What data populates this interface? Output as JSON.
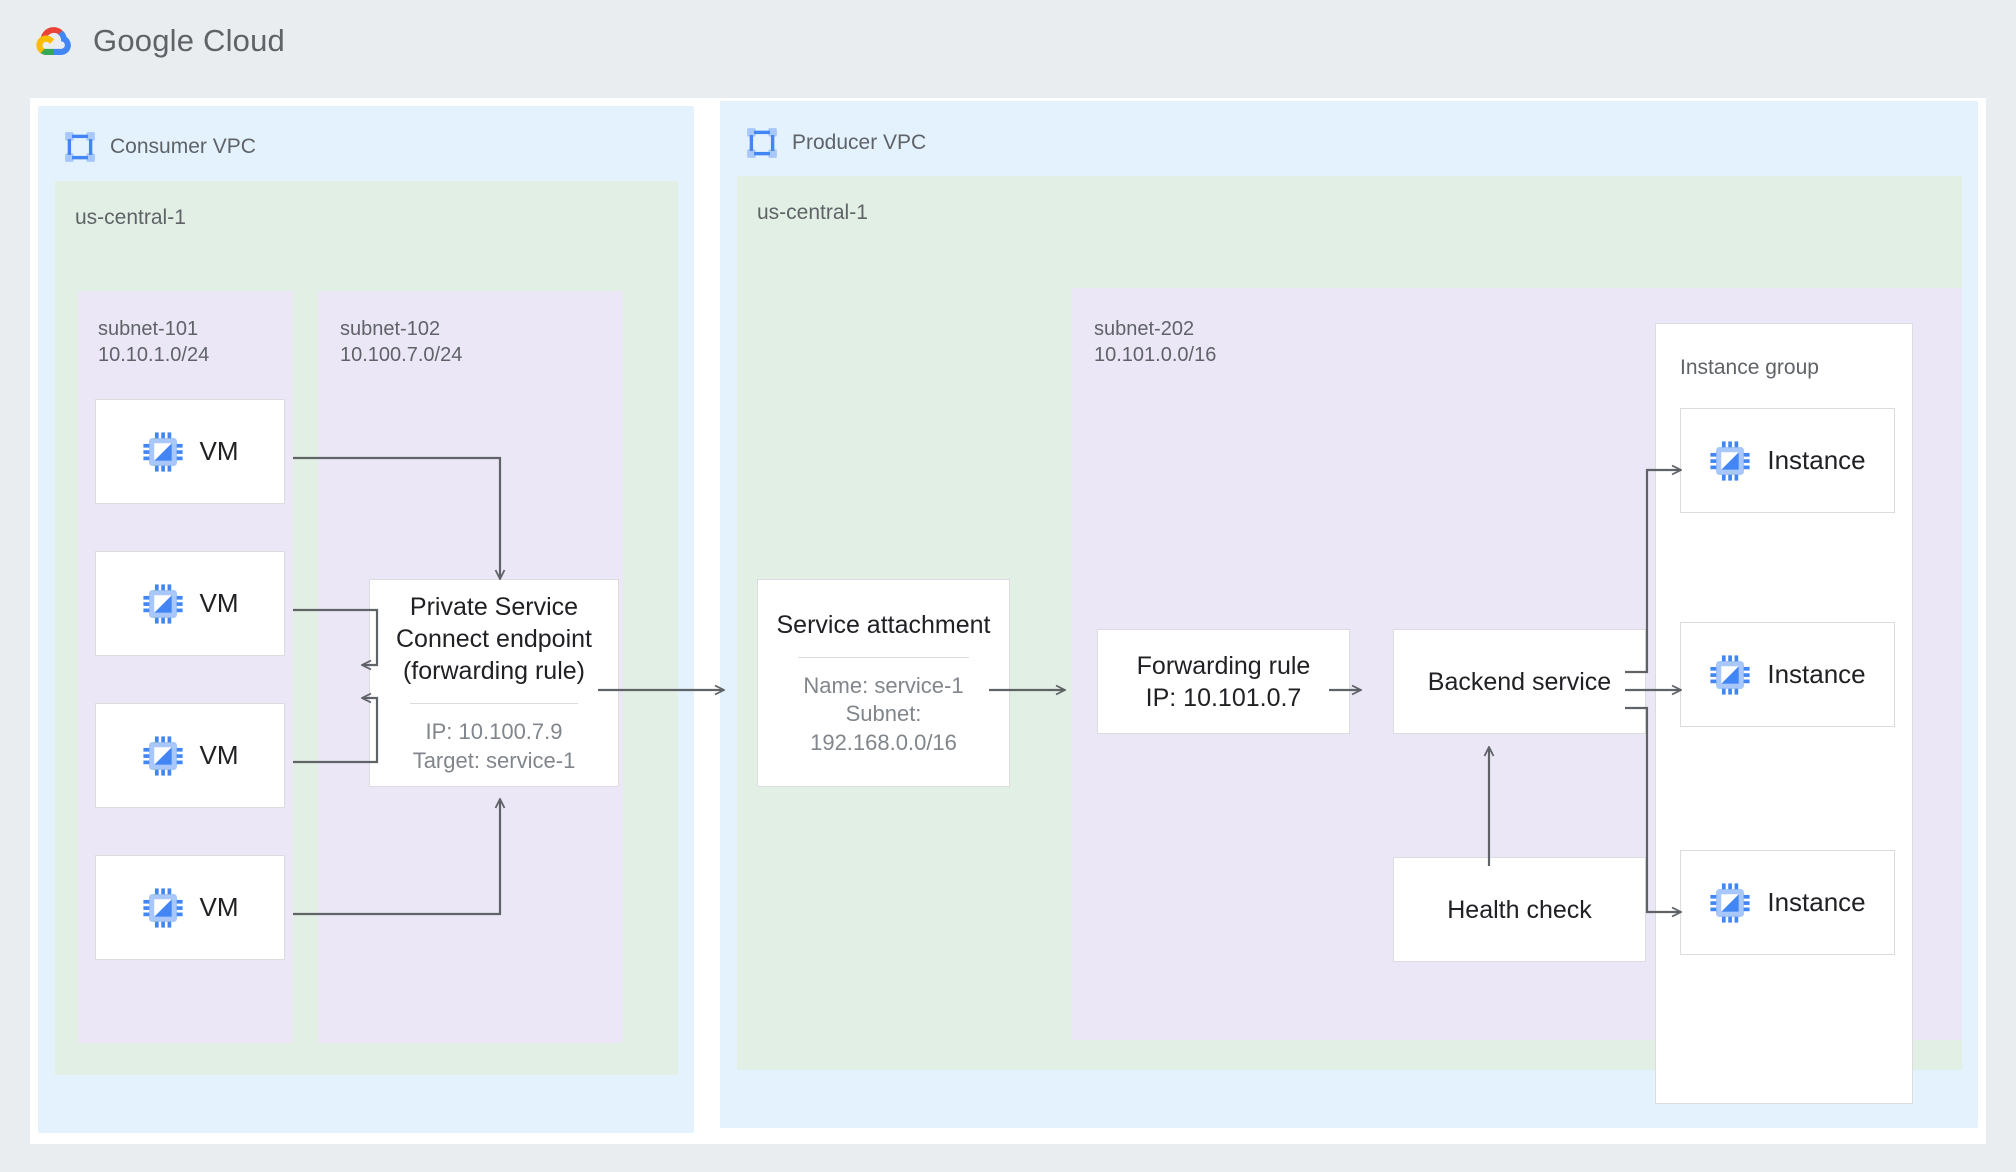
{
  "header": {
    "logo_icon": "google-cloud-logo",
    "wordmark": "Google Cloud"
  },
  "consumer_vpc": {
    "title": "Consumer VPC",
    "icon": "vpc-network-icon",
    "region": "us-central-1",
    "subnet_101": {
      "label": "subnet-101\n10.10.1.0/24"
    },
    "subnet_102": {
      "label": "subnet-102\n10.100.7.0/24"
    },
    "vms": [
      {
        "label": "VM",
        "icon": "vm-chip-icon"
      },
      {
        "label": "VM",
        "icon": "vm-chip-icon"
      },
      {
        "label": "VM",
        "icon": "vm-chip-icon"
      },
      {
        "label": "VM",
        "icon": "vm-chip-icon"
      }
    ],
    "psc_endpoint": {
      "title": "Private Service\nConnect endpoint\n(forwarding rule)",
      "details": "IP: 10.100.7.9\nTarget: service-1"
    }
  },
  "producer_vpc": {
    "title": "Producer VPC",
    "icon": "vpc-network-icon",
    "region": "us-central-1",
    "service_attachment": {
      "title": "Service attachment",
      "details": "Name: service-1\nSubnet:\n192.168.0.0/16"
    },
    "subnet_202": {
      "label": "subnet-202\n10.101.0.0/16"
    },
    "forwarding_rule": {
      "title": "Forwarding rule\nIP: 10.101.0.7"
    },
    "backend_service": {
      "title": "Backend service"
    },
    "health_check": {
      "title": "Health check"
    },
    "instance_group": {
      "title": "Instance group",
      "instances": [
        {
          "label": "Instance",
          "icon": "vm-chip-icon"
        },
        {
          "label": "Instance",
          "icon": "vm-chip-icon"
        },
        {
          "label": "Instance",
          "icon": "vm-chip-icon"
        }
      ]
    }
  },
  "colors": {
    "page_background": "#eaedef",
    "canvas": "#ffffff",
    "vpc_fill": "#e3f2fd",
    "region_fill": "#e2efe4",
    "subnet_fill": "#ece7f6",
    "node_border": "#dadce0",
    "arrow": "#5f6368",
    "text_primary": "#202124",
    "text_secondary": "#5f6368",
    "text_muted": "#80868b",
    "icon_blue": "#4285f4",
    "icon_blue_light": "#a8c7fa",
    "google_red": "#ea4335",
    "google_yellow": "#fbbc04",
    "google_green": "#34a853",
    "google_blue": "#4285f4"
  }
}
